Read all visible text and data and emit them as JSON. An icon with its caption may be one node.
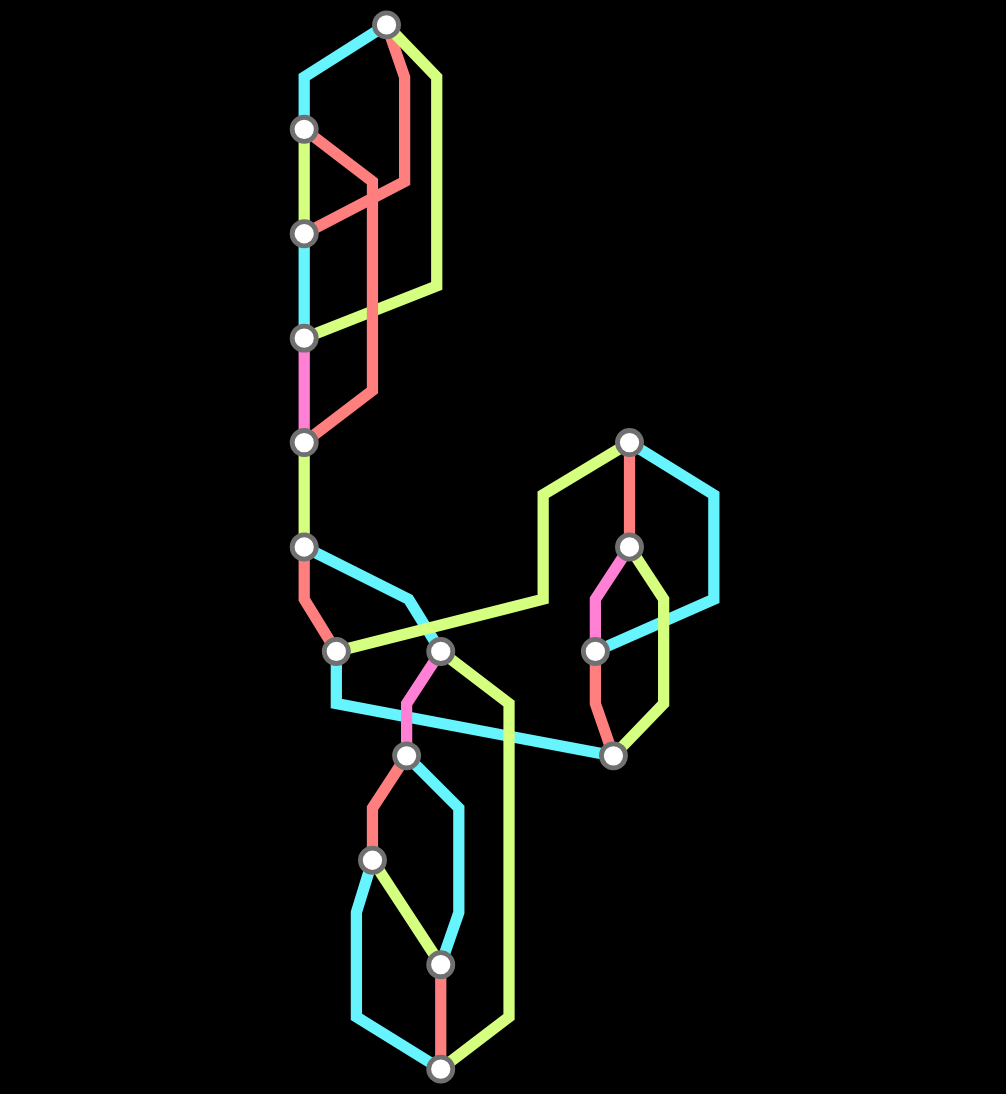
{
  "diagram": {
    "nodes": [
      {
        "text": [],
        "shape": "circle"
      },
      {
        "text": [],
        "shape": "circle"
      },
      {
        "text": [],
        "shape": "circle"
      },
      {
        "text": [],
        "shape": "circle"
      },
      {
        "text": [],
        "shape": "circle"
      },
      {
        "text": [],
        "shape": "circle"
      },
      {
        "text": [],
        "shape": "circle"
      },
      {
        "text": [],
        "shape": "circle"
      },
      {
        "text": [],
        "shape": "circle"
      },
      {
        "text": [],
        "shape": "circle"
      },
      {
        "text": [],
        "shape": "circle"
      },
      {
        "text": [],
        "shape": "circle"
      },
      {
        "text": [],
        "shape": "circle"
      },
      {
        "text": [],
        "shape": "circle"
      },
      {
        "text": [],
        "shape": "circle"
      },
      {
        "text": [],
        "shape": "circle"
      }
    ],
    "edges": [
      {
        "from": 0,
        "to": 1,
        "arrow": "none",
        "color": "#66f5ff"
      },
      {
        "from": 0,
        "to": 2,
        "arrow": "none",
        "color": "#ff7f7f"
      },
      {
        "from": 0,
        "to": 3,
        "arrow": "none",
        "color": "#d4ff7f"
      },
      {
        "from": 1,
        "to": 2,
        "arrow": "none",
        "color": "#d4ff7f"
      },
      {
        "from": 2,
        "to": 3,
        "arrow": "none",
        "color": "#66f5ff"
      },
      {
        "from": 1,
        "to": 4,
        "arrow": "none",
        "color": "#ff7f7f"
      },
      {
        "from": 3,
        "to": 4,
        "arrow": "none",
        "color": "#ff80d5"
      },
      {
        "from": 4,
        "to": 5,
        "arrow": "none",
        "color": "#d4ff7f"
      },
      {
        "from": 5,
        "to": 7,
        "arrow": "none",
        "color": "#ff7f7f"
      },
      {
        "from": 5,
        "to": 8,
        "arrow": "none",
        "color": "#66f5ff"
      },
      {
        "from": 6,
        "to": 7,
        "arrow": "none",
        "color": "#d4ff7f"
      },
      {
        "from": 6,
        "to": 10,
        "arrow": "none",
        "color": "#ff7f7f"
      },
      {
        "from": 6,
        "to": 12,
        "arrow": "none",
        "color": "#66f5ff"
      },
      {
        "from": 7,
        "to": 14,
        "arrow": "none",
        "color": "#66f5ff"
      },
      {
        "from": 10,
        "to": 12,
        "arrow": "none",
        "color": "#ff80d5"
      },
      {
        "from": 10,
        "to": 14,
        "arrow": "none",
        "color": "#d4ff7f"
      },
      {
        "from": 12,
        "to": 14,
        "arrow": "none",
        "color": "#ff7f7f"
      },
      {
        "from": 8,
        "to": 9,
        "arrow": "none",
        "color": "#ff80d5"
      },
      {
        "from": 8,
        "to": 15,
        "arrow": "none",
        "color": "#d4ff7f"
      },
      {
        "from": 9,
        "to": 11,
        "arrow": "none",
        "color": "#ff7f7f"
      },
      {
        "from": 9,
        "to": 13,
        "arrow": "none",
        "color": "#66f5ff"
      },
      {
        "from": 11,
        "to": 15,
        "arrow": "none",
        "color": "#66f5ff"
      },
      {
        "from": 11,
        "to": 13,
        "arrow": "none",
        "color": "#d4ff7f"
      },
      {
        "from": 13,
        "to": 15,
        "arrow": "none",
        "color": "#ff7f7f"
      }
    ]
  }
}
